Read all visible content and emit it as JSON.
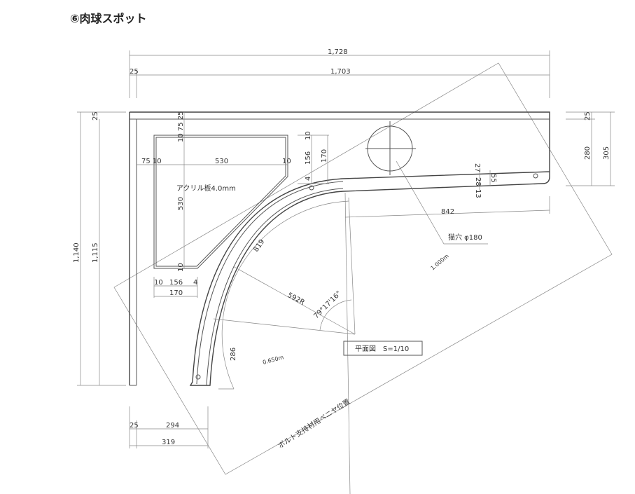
{
  "title": "⑥肉球スポット",
  "dims": {
    "total_width": "1,728",
    "left_margin_top": "25",
    "inner_width": "1,703",
    "total_height": "1,140",
    "inner_height": "1,115",
    "left_top_25": "25",
    "right_top_25": "25",
    "right_280": "280",
    "right_305": "305",
    "acrylic_left": "75 10",
    "acrylic_width": "530",
    "acrylic_right": "10",
    "acrylic_top_vertical": "10 75 25",
    "acrylic_height": "530",
    "acrylic_bottom_10": "10",
    "side_10": "10",
    "side_156": "156",
    "side_170": "170",
    "side_4": "4",
    "bottom_10": "10",
    "bottom_156": "156",
    "bottom_4": "4",
    "bottom_170": "170",
    "arc_819": "819",
    "radius": "592R",
    "angle": "79°17'16\"",
    "strip_27": "27",
    "strip_55": "55",
    "strip_28": "28",
    "strip_13": "13",
    "strip_842": "842",
    "arc_286": "286",
    "bottom_25": "25",
    "bottom_294": "294",
    "bottom_319": "319"
  },
  "labels": {
    "acrylic": "アクリル板4.0mm",
    "cat_hole": "猫穴 φ180",
    "len_1000": "1.000m",
    "len_650": "0.650m",
    "plywood": "ボルト支持材用ベニヤ位置",
    "plan_view": "平面図　S=1/10"
  }
}
